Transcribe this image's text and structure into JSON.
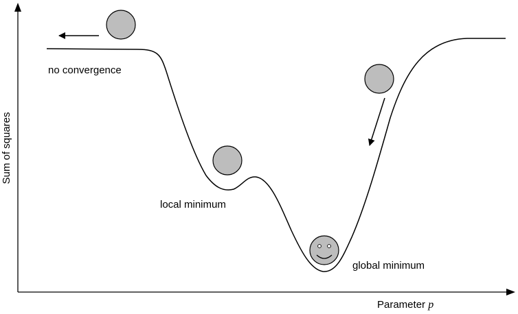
{
  "axes": {
    "y_label": "Sum of squares",
    "x_label": "Parameter ",
    "x_variable": "p"
  },
  "annotations": {
    "no_convergence": "no convergence",
    "local_minimum": "local minimum",
    "global_minimum": "global minimum"
  },
  "colors": {
    "ball_fill": "#bdbdbd",
    "ball_stroke": "#000000",
    "curve": "#000000",
    "axis": "#000000"
  },
  "icons": {
    "ball": "ball-icon",
    "smiley_ball": "smiley-ball-icon",
    "arrow": "arrow-icon"
  }
}
